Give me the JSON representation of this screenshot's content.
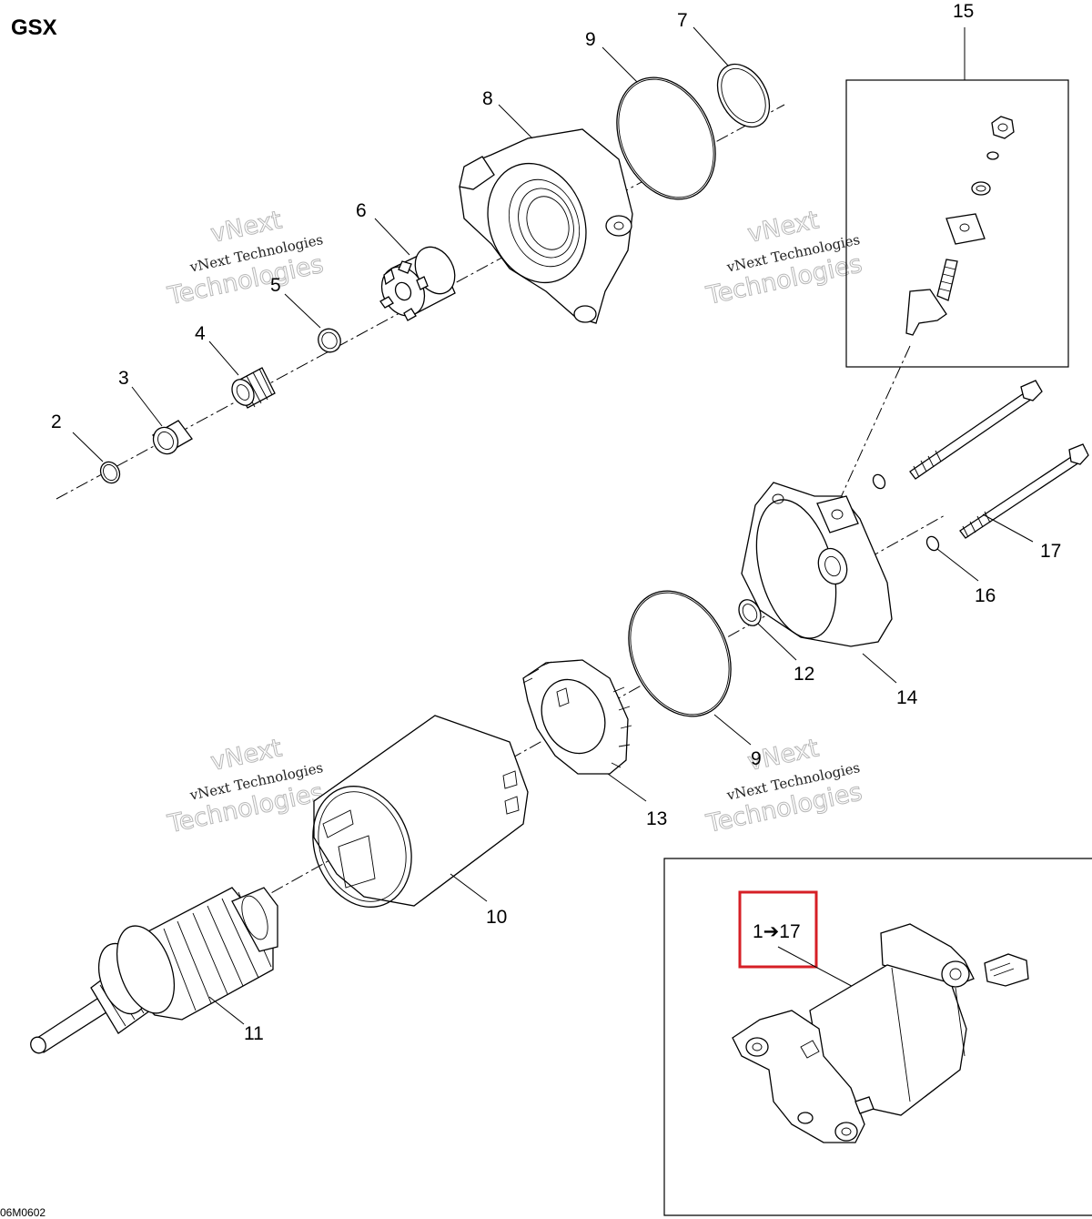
{
  "diagram": {
    "title": "GSX",
    "figure_code": "06M0602",
    "callouts": [
      "2",
      "3",
      "4",
      "5",
      "6",
      "7",
      "8",
      "9",
      "9",
      "10",
      "11",
      "12",
      "13",
      "14",
      "15",
      "16",
      "17"
    ],
    "overview_label": "1➔17",
    "watermark": {
      "line1": "vNext Technologies",
      "line2": "vNext",
      "line3": "Technologies"
    },
    "accent_color": "#d61f26"
  }
}
